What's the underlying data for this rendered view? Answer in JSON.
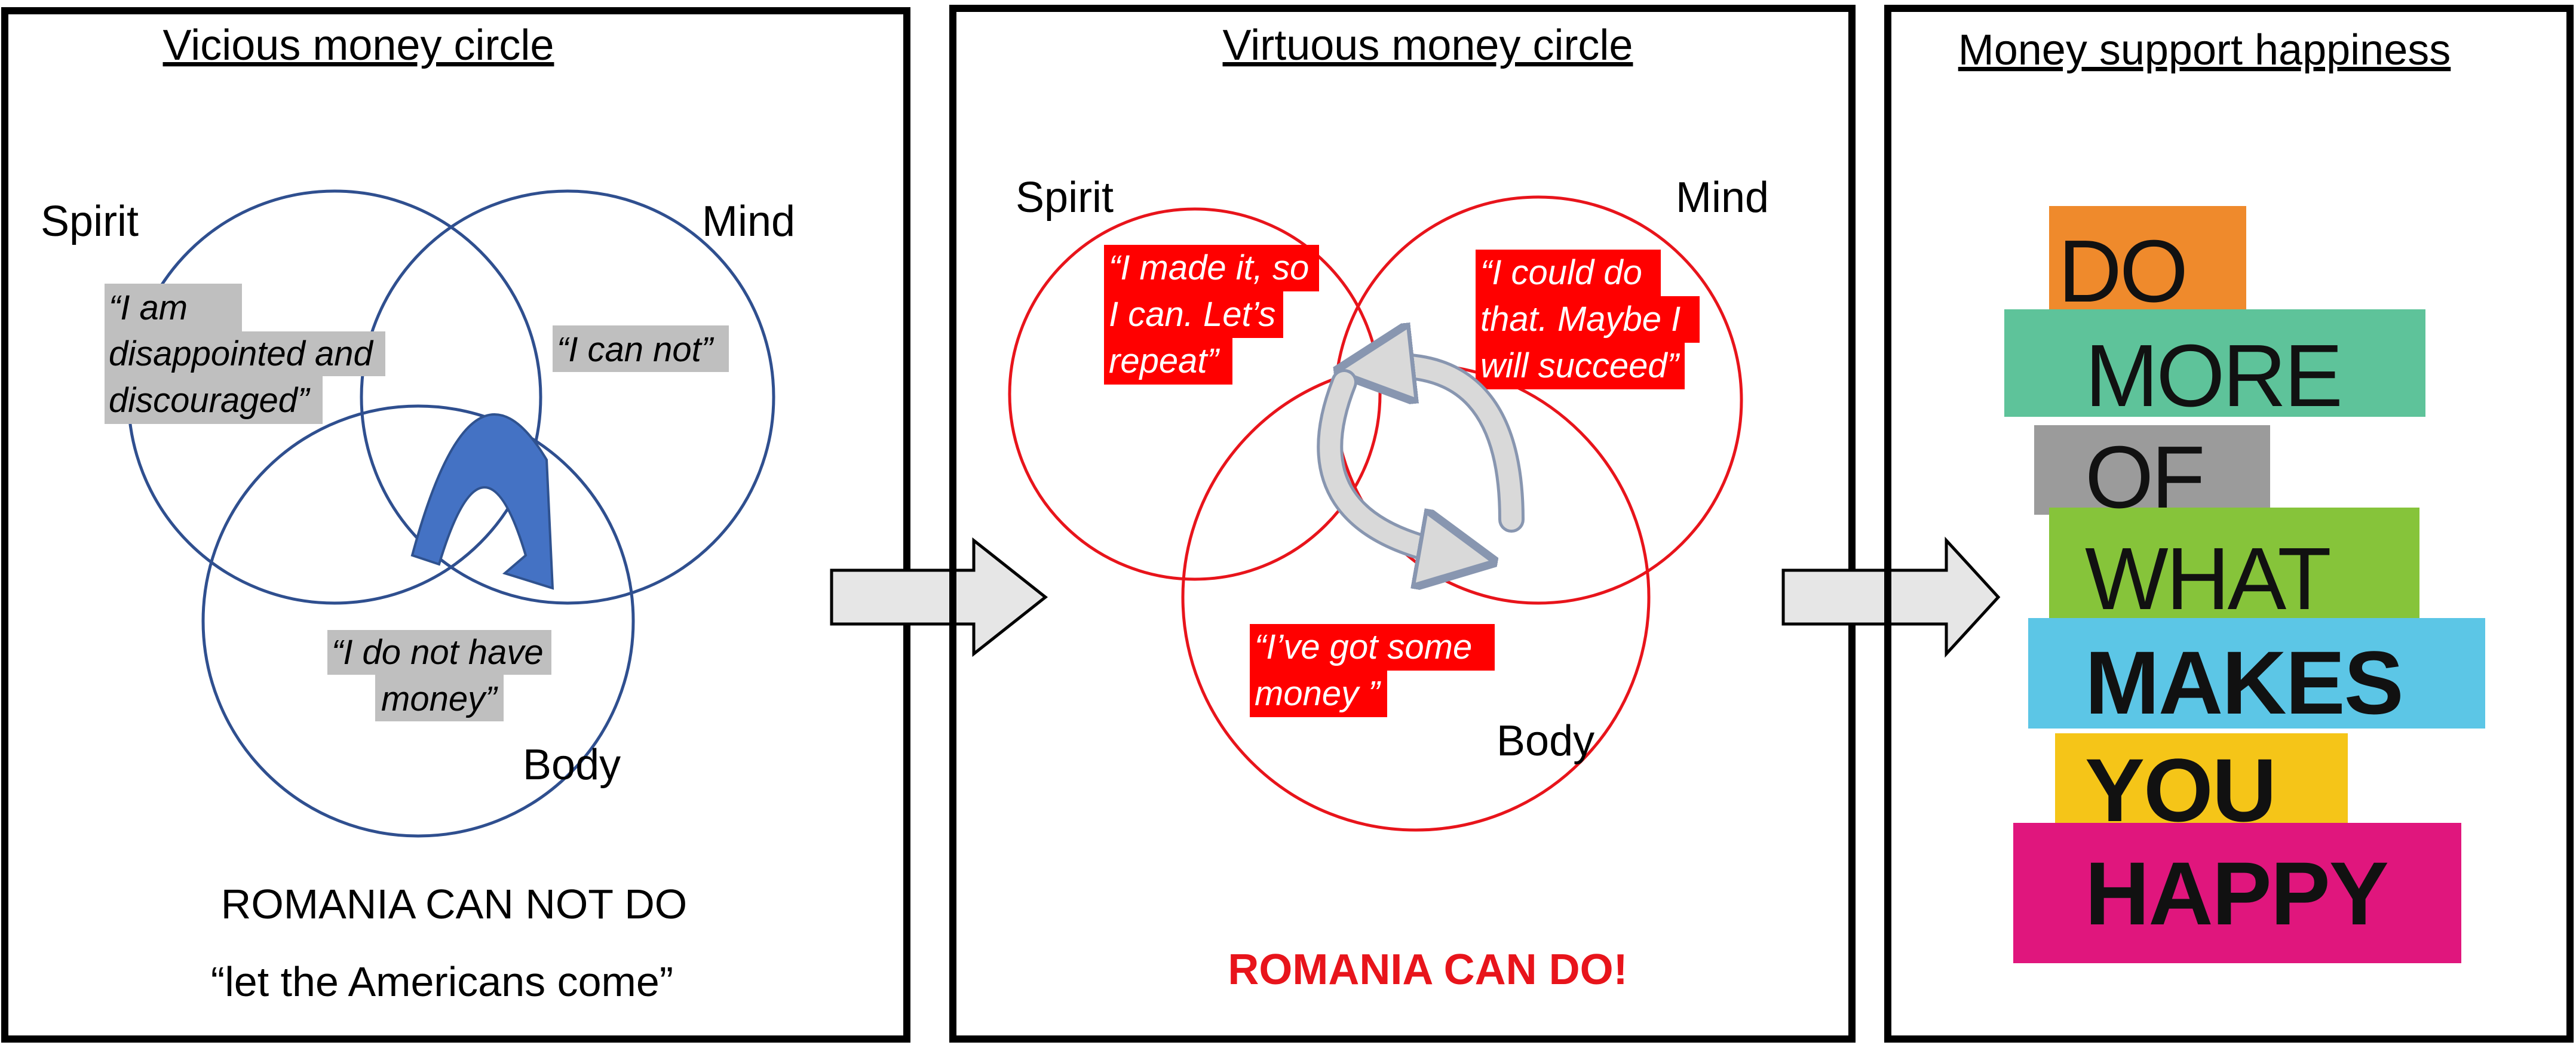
{
  "panels": {
    "vicious": {
      "title": "Vicious money circle",
      "labels": {
        "spirit": "Spirit",
        "mind": "Mind",
        "body": "Body"
      },
      "quotes": {
        "spirit": [
          "“I am",
          "disappointed and",
          "discouraged”"
        ],
        "mind": "“I can not”",
        "body": [
          "“I do not have",
          "money”"
        ]
      },
      "bottom_line1": "ROMANIA CAN NOT DO",
      "bottom_line2": "“let the Americans come”",
      "circle_color": "#2f4f8f",
      "arrow_color": "#4472c4"
    },
    "virtuous": {
      "title": "Virtuous money circle",
      "labels": {
        "spirit": "Spirit",
        "mind": "Mind",
        "body": "Body"
      },
      "quotes": {
        "spirit": [
          "“I made it, so",
          "I can. Let’s",
          "repeat”"
        ],
        "mind": [
          "“I could do",
          "that. Maybe I",
          "will succeed”"
        ],
        "body": [
          "“I’ve got some",
          "money ”"
        ]
      },
      "bottom": "ROMANIA CAN DO!",
      "circle_color": "#e8141b",
      "highlight_color": "#ff0000"
    },
    "happiness": {
      "title": "Money support happiness",
      "poster_lines": [
        "DO",
        "MORE",
        "OF",
        "WHAT",
        "MAKES",
        "YOU",
        "HAPPY"
      ],
      "stripe_colors": [
        "#ef8a2c",
        "#5ec39a",
        "#9b9b9b",
        "#86c43a",
        "#5cc6e6",
        "#f5c518",
        "#e0167d"
      ]
    }
  }
}
